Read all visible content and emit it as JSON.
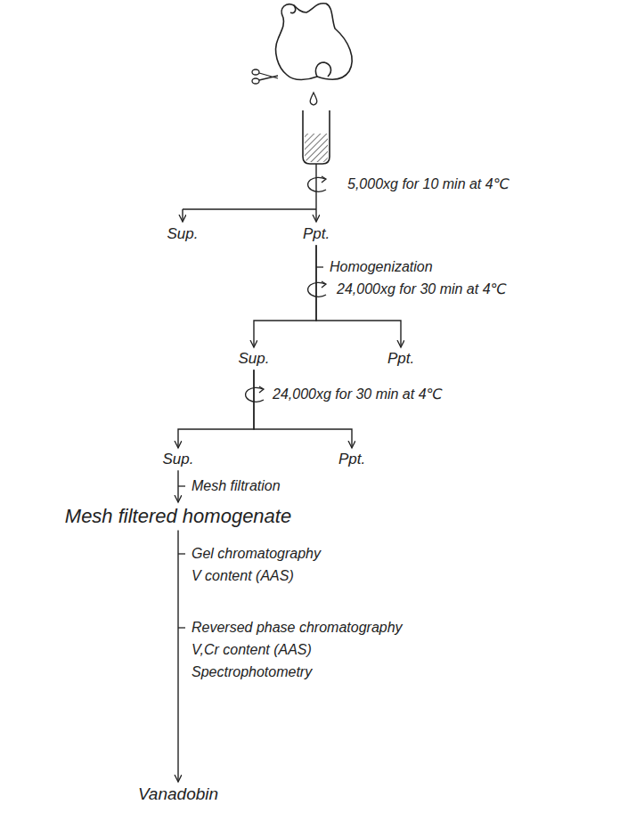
{
  "diagram": {
    "nodes": [
      {
        "text": [
          "Sup."
        ]
      },
      {
        "text": [
          "Ppt."
        ]
      },
      {
        "text": [
          "Sup."
        ]
      },
      {
        "text": [
          "Ppt."
        ]
      },
      {
        "text": [
          "Sup."
        ]
      },
      {
        "text": [
          "Ppt."
        ]
      },
      {
        "text": [
          "Mesh filtered homogenate"
        ]
      },
      {
        "text": [
          "Vanadobin"
        ]
      }
    ],
    "edges": [
      {
        "from": 1,
        "to": 2,
        "arrow": "to"
      },
      {
        "from": 1,
        "to": 3,
        "arrow": "to"
      },
      {
        "from": 2,
        "to": 4,
        "arrow": "to"
      },
      {
        "from": 2,
        "to": 5,
        "arrow": "to"
      },
      {
        "from": 4,
        "to": 6,
        "arrow": "to"
      },
      {
        "from": 6,
        "to": 7,
        "arrow": "to"
      }
    ],
    "labels": [
      "5,000xg for 10 min at 4℃",
      "Homogenization",
      "24,000xg for 30 min at 4℃",
      "24,000xg for 30 min at 4℃",
      "Mesh filtration",
      "Gel chromatography",
      "V content (AAS)",
      "Reversed phase chromatography",
      "V,Cr content (AAS)",
      "Spectrophotometry"
    ]
  }
}
